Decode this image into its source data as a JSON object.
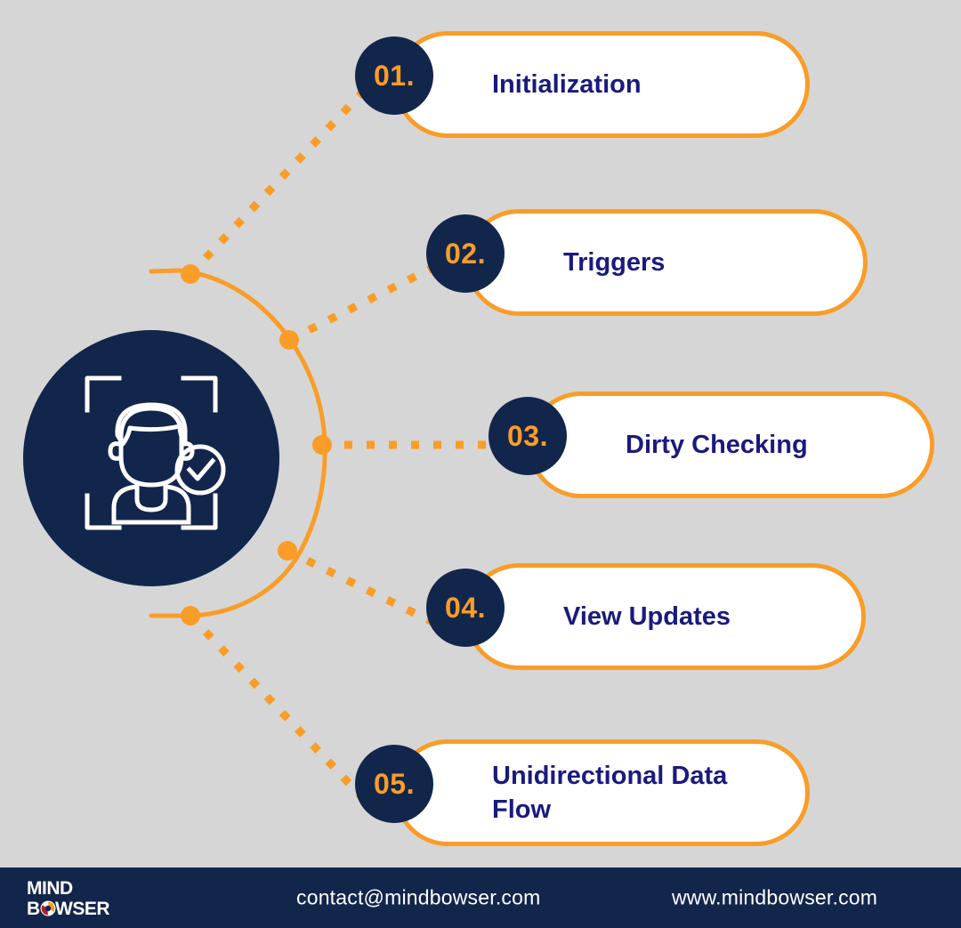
{
  "theme": {
    "background": "#d6d6d6",
    "accent_orange": "#f99d28",
    "navy": "#12264c",
    "label_blue": "#1a1a7e",
    "card_white": "#ffffff",
    "logo_red": "#b4202a"
  },
  "center": {
    "icon_name": "face-verification-icon"
  },
  "steps": [
    {
      "number": "01.",
      "label": "Initialization"
    },
    {
      "number": "02.",
      "label": "Triggers"
    },
    {
      "number": "03.",
      "label": "Dirty Checking"
    },
    {
      "number": "04.",
      "label": "View Updates"
    },
    {
      "number": "05.",
      "label": "Unidirectional Data Flow"
    }
  ],
  "footer": {
    "logo_line1": "MIND",
    "logo_line2_a": "B",
    "logo_line2_b": "WSER",
    "contact": "contact@mindbowser.com",
    "website": "www.mindbowser.com"
  }
}
